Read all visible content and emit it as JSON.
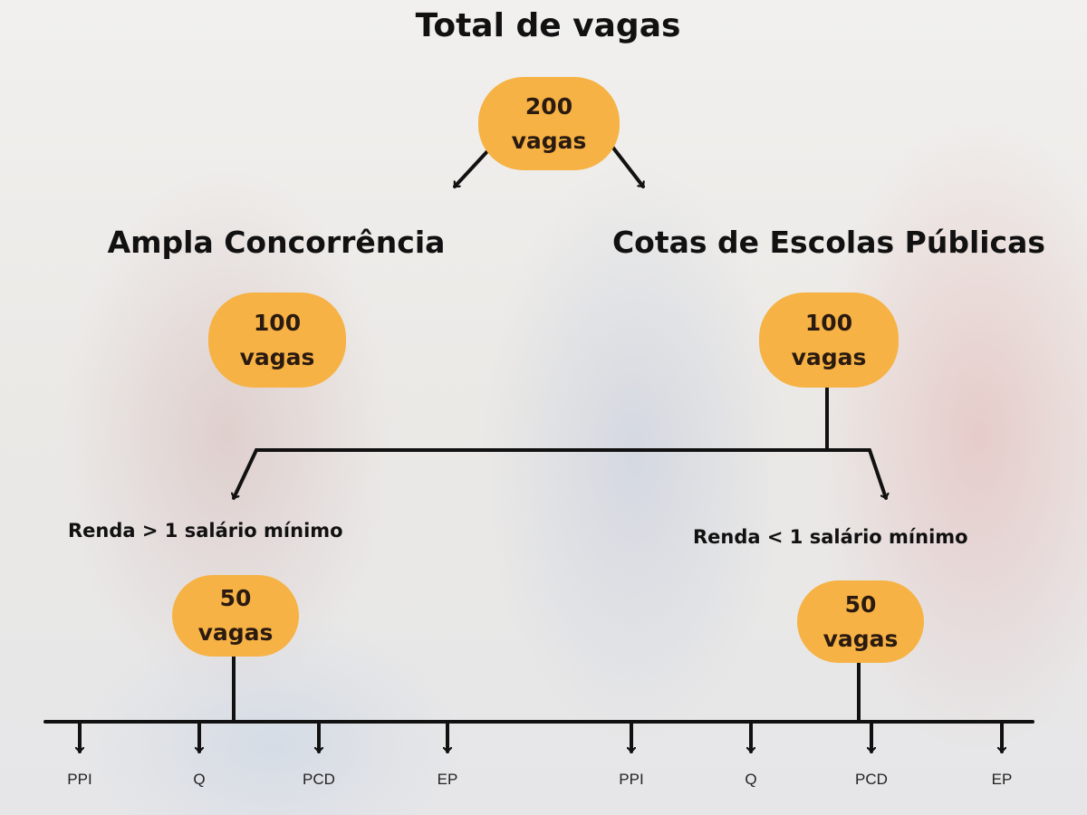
{
  "title": "Total de vagas",
  "total": {
    "number": "200",
    "unit": "vagas"
  },
  "ampla": {
    "heading": "Ampla Concorrência",
    "number": "100",
    "unit": "vagas"
  },
  "cotas": {
    "heading": "Cotas de Escolas Públicas",
    "number": "100",
    "unit": "vagas"
  },
  "renda_alta": {
    "label": "Renda > 1 salário mínimo",
    "number": "50",
    "unit": "vagas"
  },
  "renda_baixa": {
    "label": "Renda < 1 salário mínimo",
    "number": "50",
    "unit": "vagas"
  },
  "categories": [
    "PPI",
    "Q",
    "PCD",
    "EP",
    "PPI",
    "Q",
    "PCD",
    "EP"
  ],
  "colors": {
    "pill": "#f6b244",
    "line": "#111111"
  }
}
